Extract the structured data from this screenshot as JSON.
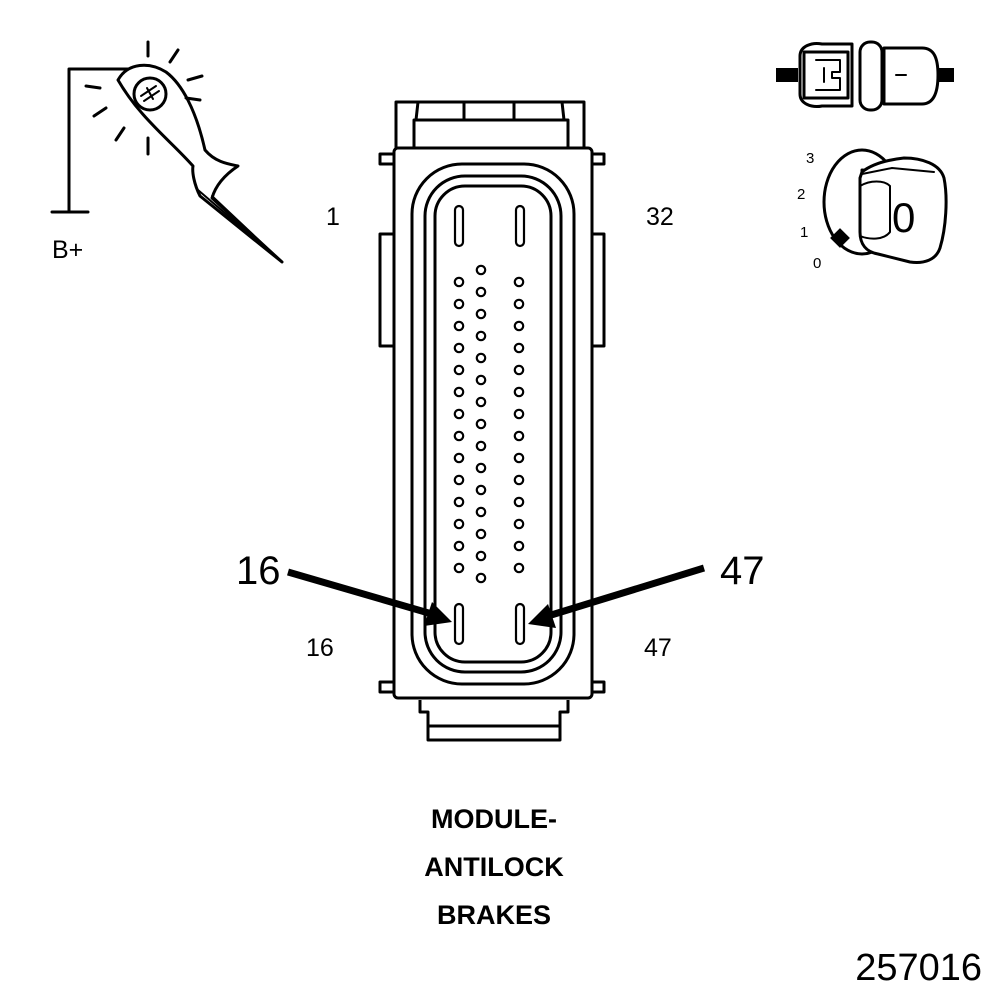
{
  "icons": {
    "probe": "test-probe-icon",
    "connector_pair": "connector-pair-icon",
    "ignition": "ignition-switch-icon"
  },
  "battery_label": "B+",
  "ignition": {
    "positions": [
      "3",
      "2",
      "1",
      "0"
    ],
    "key_label": "0"
  },
  "connector": {
    "pin_labels": {
      "top_left": "1",
      "top_right": "32",
      "bottom_left": "16",
      "bottom_right": "47"
    },
    "callouts": {
      "left": "16",
      "right": "47"
    }
  },
  "title_lines": [
    "MODULE-",
    "ANTILOCK",
    "BRAKES"
  ],
  "figure_number": "257016"
}
